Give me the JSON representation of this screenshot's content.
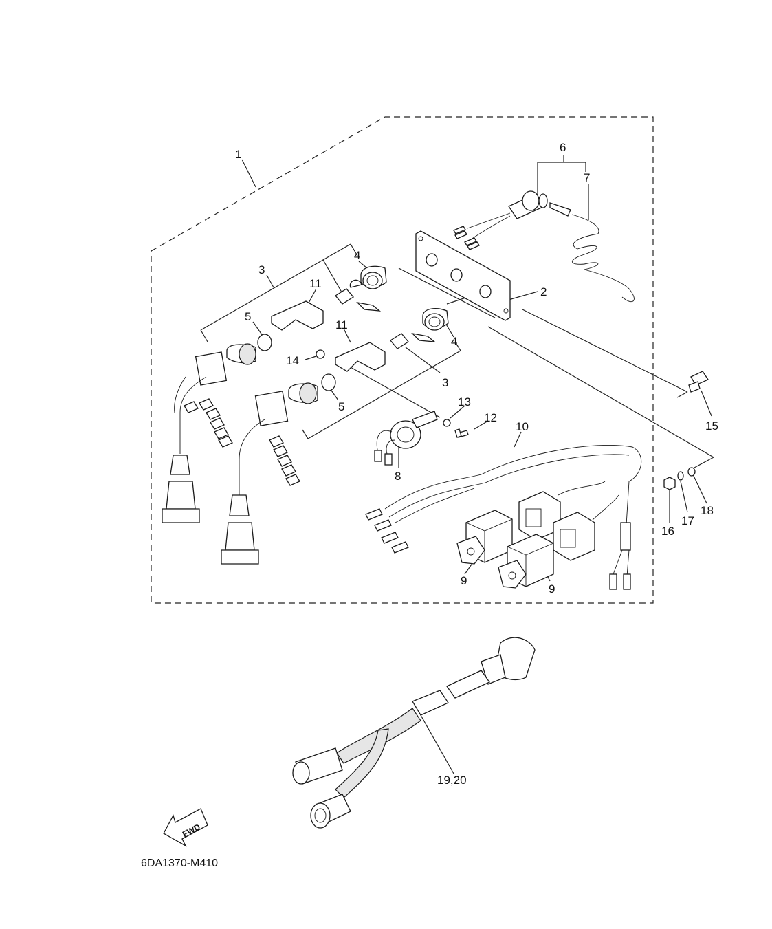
{
  "callouts": {
    "c1": "1",
    "c2": "2",
    "c3a": "3",
    "c3b": "3",
    "c4a": "4",
    "c4b": "4",
    "c5a": "5",
    "c5b": "5",
    "c6": "6",
    "c7": "7",
    "c8": "8",
    "c9a": "9",
    "c9b": "9",
    "c10": "10",
    "c11a": "11",
    "c11b": "11",
    "c12": "12",
    "c13": "13",
    "c14": "14",
    "c15": "15",
    "c16": "16",
    "c17": "17",
    "c18": "18",
    "c19_20": "19,20"
  },
  "fwd_label": "FWD",
  "document_code": "6DA1370-M410"
}
